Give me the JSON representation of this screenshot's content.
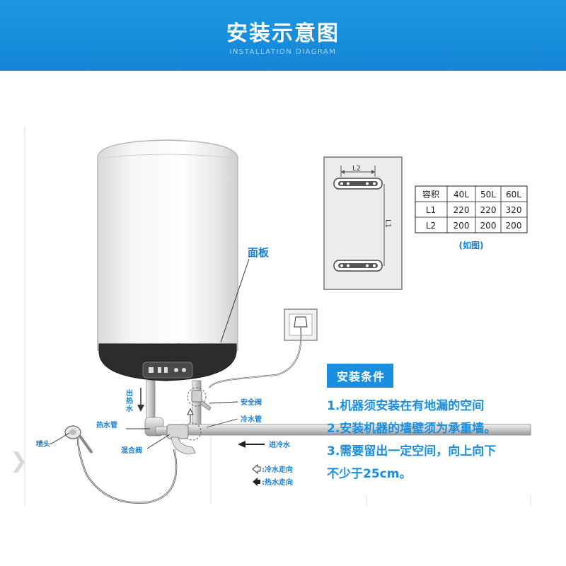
{
  "header": {
    "title": "安装示意图",
    "subtitle": "INSTALLATION DIAGRAM",
    "background": "#1a8fe0"
  },
  "labels": {
    "panel": "面板",
    "hot_out": "出热水",
    "hot_pipe": "热水管",
    "shower_head": "喷头",
    "mixing_valve": "混合阀",
    "safety_valve": "安全阀",
    "cold_pipe": "冷水管",
    "cold_in": "进冷水",
    "cold_flow": ":冷水走向",
    "hot_flow": ":热水走向"
  },
  "bracket": {
    "l2": "L2",
    "l1": "L1",
    "caption": "(如图)"
  },
  "spec_table": {
    "header": [
      "容积",
      "40L",
      "50L",
      "60L"
    ],
    "rows": [
      [
        "L1",
        "220",
        "220",
        "320"
      ],
      [
        "L2",
        "200",
        "200",
        "200"
      ]
    ]
  },
  "conditions": {
    "title": "安装条件",
    "items": [
      "1.机器须安装在有地漏的空间",
      "2.安装机器的墙壁须为承重墙。",
      "3.需要留出一定空间，向上向下",
      "不少于25cm。"
    ]
  },
  "colors": {
    "accent": "#1a8fe0",
    "label": "#1a7fd0"
  }
}
